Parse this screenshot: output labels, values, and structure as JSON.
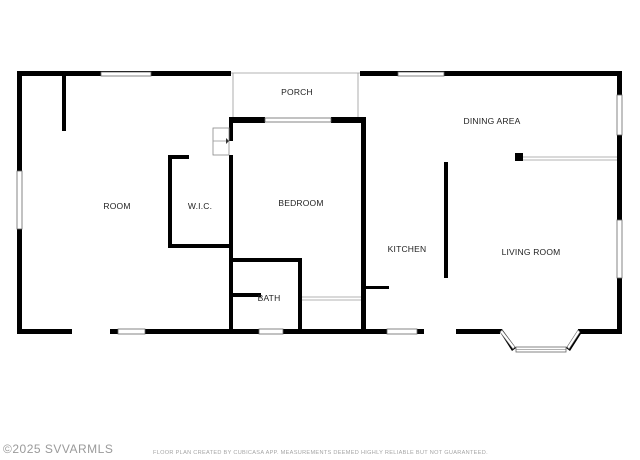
{
  "rooms": {
    "room": "ROOM",
    "wic": "W.I.C.",
    "bedroom": "BEDROOM",
    "porch": "PORCH",
    "bath": "BATH",
    "kitchen": "KITCHEN",
    "dining": "DINING AREA",
    "living": "LIVING ROOM"
  },
  "footer": {
    "watermark": "©2025 SVVARMLS",
    "credit": "FLOOR PLAN CREATED BY CUBICASA APP. MEASUREMENTS DEEMED HIGHLY RELIABLE BUT NOT GUARANTEED."
  },
  "colors": {
    "wall": "#000000",
    "window": "#666666",
    "text": "#222222",
    "footer": "#a5a5a5"
  }
}
